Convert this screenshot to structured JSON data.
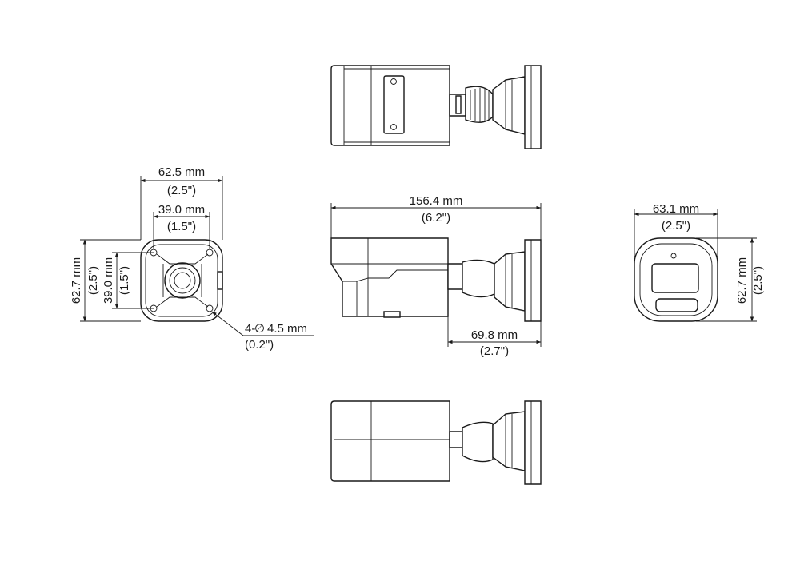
{
  "dimensions": {
    "mount_width": {
      "metric": "62.5 mm",
      "imperial": "(2.5\")"
    },
    "hole_spacing_horizontal": {
      "metric": "39.0 mm",
      "imperial": "(1.5\")"
    },
    "mount_height": {
      "metric": "62.7 mm",
      "imperial": "(2.5\")"
    },
    "hole_spacing_vertical": {
      "metric": "39.0 mm",
      "imperial": "(1.5\")"
    },
    "hole_diameter": {
      "prefix": "4-",
      "symbol": "∅",
      "metric": "4.5 mm",
      "imperial": "(0.2\")"
    },
    "overall_length": {
      "metric": "156.4 mm",
      "imperial": "(6.2\")"
    },
    "mount_depth": {
      "metric": "69.8 mm",
      "imperial": "(2.7\")"
    },
    "front_width": {
      "metric": "63.1 mm",
      "imperial": "(2.5\")"
    },
    "front_height": {
      "metric": "62.7 mm",
      "imperial": "(2.5\")"
    }
  }
}
